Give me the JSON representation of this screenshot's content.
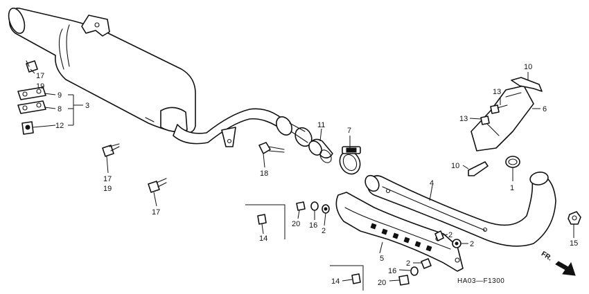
{
  "callouts": {
    "c1": "1",
    "c2a": "2",
    "c2b": "2",
    "c2c": "2",
    "c2d": "2",
    "c3": "3",
    "c4": "4",
    "c5": "5",
    "c6": "6",
    "c7": "7",
    "c8": "8",
    "c9": "9",
    "c10a": "10",
    "c10b": "10",
    "c11": "11",
    "c12": "12",
    "c13a": "13",
    "c13b": "13",
    "c14a": "14",
    "c14b": "14",
    "c15": "15",
    "c16a": "16",
    "c16b": "16",
    "c17a": "17",
    "c17b": "17",
    "c17c": "17",
    "c18": "18",
    "c19a": "19",
    "c19b": "19",
    "c20a": "20",
    "c20b": "20"
  },
  "diagram_code": "HA03—F1300",
  "direction_label": "FR."
}
